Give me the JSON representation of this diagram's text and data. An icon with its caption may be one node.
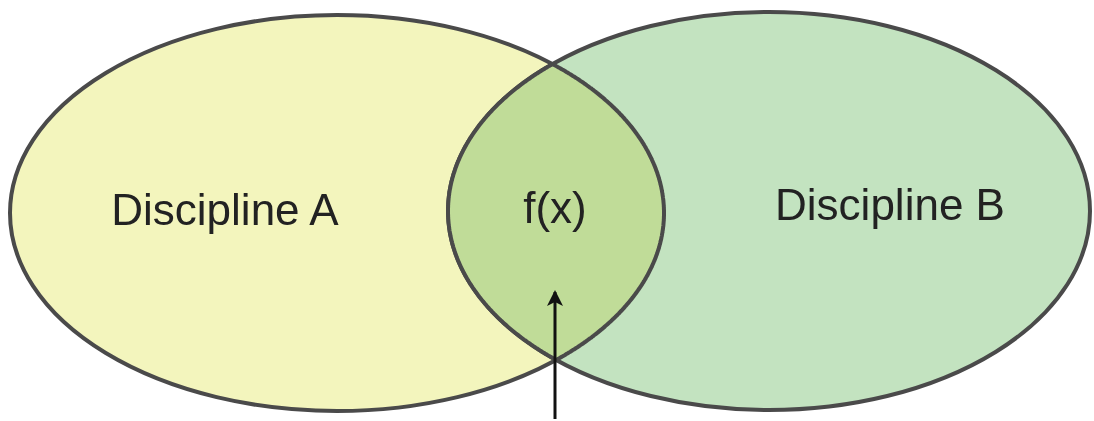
{
  "diagram": {
    "nodes": [
      {
        "text": [
          "Discipline A"
        ]
      },
      {
        "text": [
          "Discipline B"
        ]
      },
      {
        "text": [
          "f(x)"
        ]
      }
    ],
    "edges": [
      {
        "from": null,
        "to": 2,
        "arrow": "to"
      }
    ]
  }
}
